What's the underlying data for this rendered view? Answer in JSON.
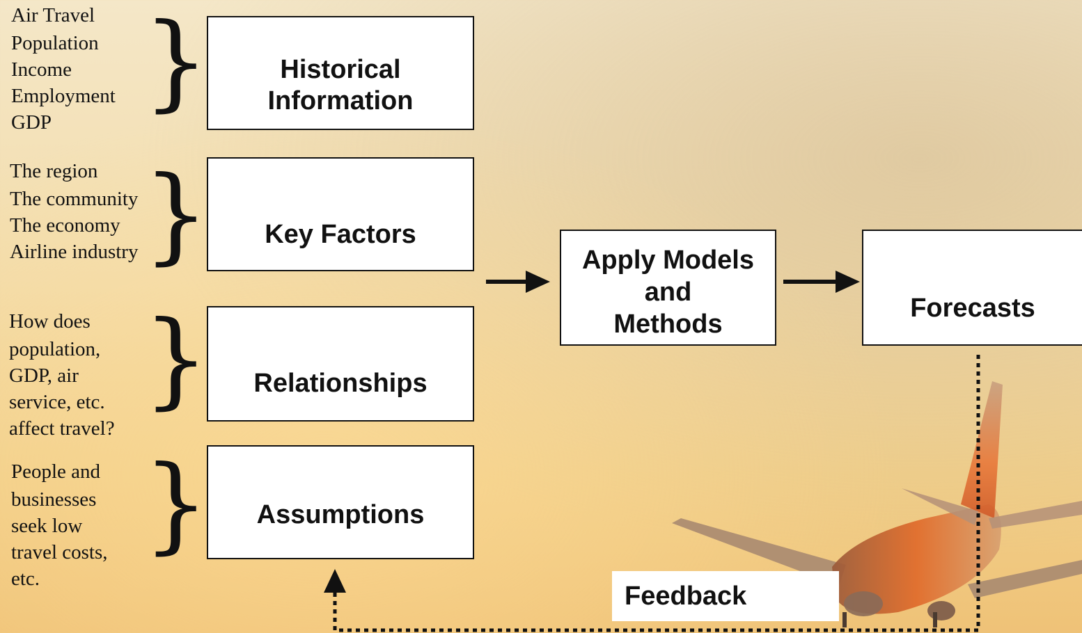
{
  "lists": {
    "historical": [
      "Air Travel",
      "Population",
      "Income",
      "Employment",
      "GDP"
    ],
    "key_factors": [
      "The region",
      "The community",
      "The economy",
      "Airline industry"
    ],
    "relationships": [
      "How does",
      "population,",
      "GDP, air",
      "service, etc.",
      "affect travel?"
    ],
    "assumptions": [
      "People and",
      "businesses",
      "seek low",
      "travel costs,",
      "etc."
    ]
  },
  "boxes": {
    "historical": [
      "Historical",
      "Information"
    ],
    "key_factors": [
      "Key Factors"
    ],
    "relationships": [
      "Relationships"
    ],
    "assumptions": [
      "Assumptions"
    ],
    "models": [
      "Apply Models",
      "and",
      "Methods"
    ],
    "forecasts": [
      "Forecasts"
    ]
  },
  "feedback_label": "Feedback"
}
